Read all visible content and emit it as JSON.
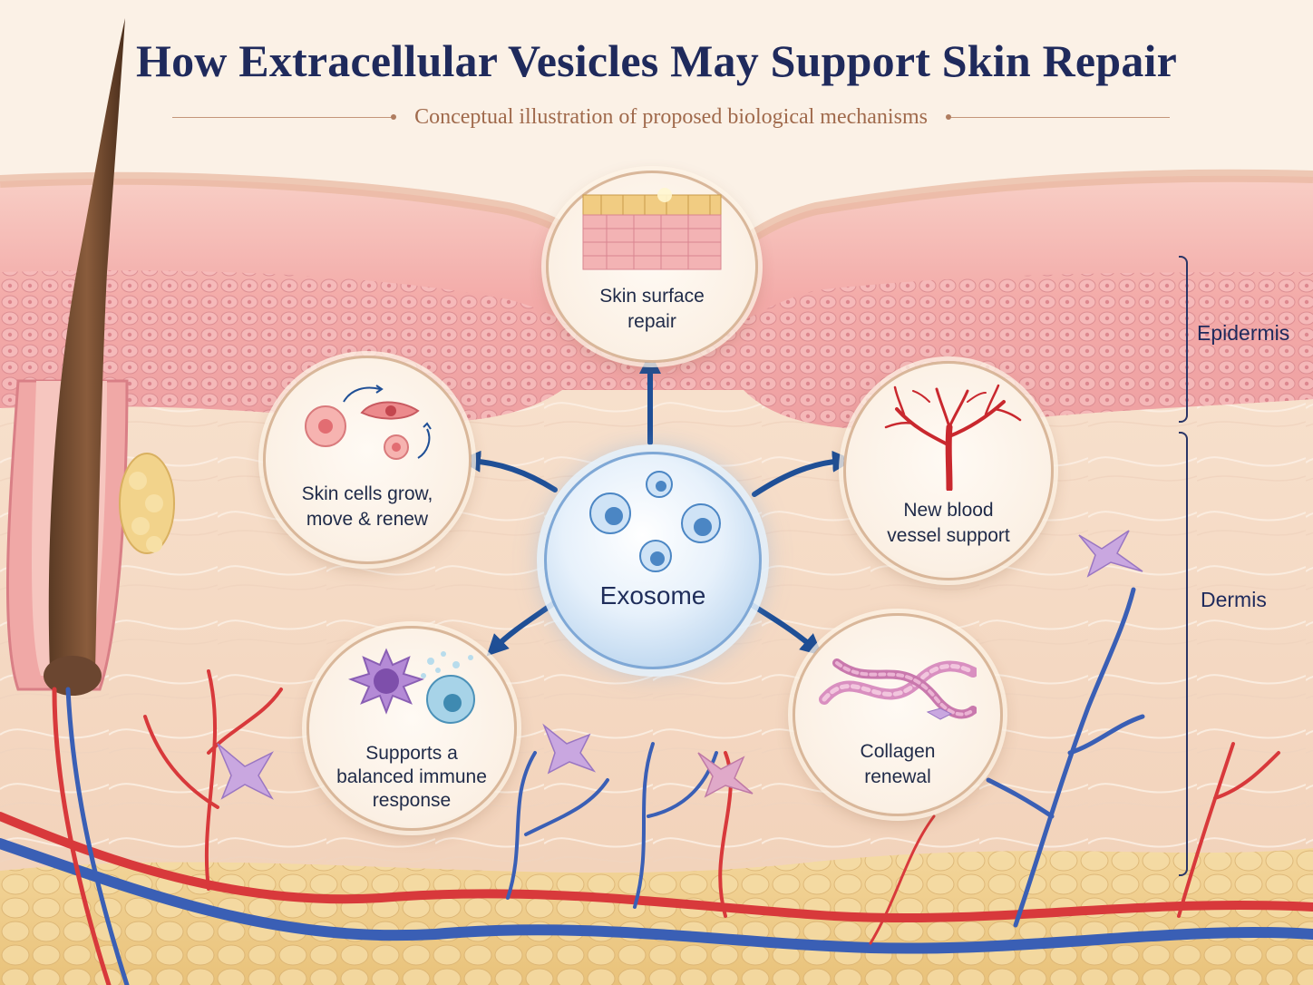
{
  "header": {
    "title": "How Extracellular Vesicles May Support Skin Repair",
    "subtitle": "Conceptual illustration of proposed biological mechanisms"
  },
  "center": {
    "label": "Exosome"
  },
  "effects": {
    "surface": {
      "line1": "Skin surface",
      "line2": "repair",
      "icon": "skin-layers-icon"
    },
    "cells": {
      "line1": "Skin cells grow,",
      "line2": "move & renew",
      "icon": "migrating-cells-icon"
    },
    "vessels": {
      "line1": "New blood",
      "line2": "vessel support",
      "icon": "blood-vessel-branch-icon"
    },
    "immune": {
      "line1": "Supports a",
      "line2": "balanced immune",
      "line3": "response",
      "icon": "immune-cell-icon"
    },
    "collagen": {
      "line1": "Collagen",
      "line2": "renewal",
      "icon": "collagen-fiber-icon"
    }
  },
  "layers": {
    "epidermis": "Epidermis",
    "dermis": "Dermis"
  },
  "colors": {
    "title": "#1f2a5c",
    "subtitle": "#a06a4c",
    "arrow": "#1f4f96",
    "artery": "#d8393b",
    "vein": "#3a5fb5",
    "epidermis": "#f2a9a9",
    "dermis": "#f6dcc7",
    "fat": "#f0d08a"
  }
}
